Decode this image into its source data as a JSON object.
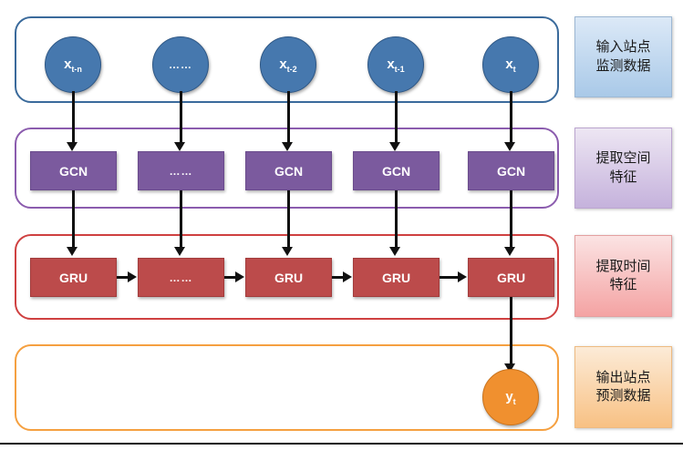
{
  "diagram": {
    "title": "GCN-GRU spatiotemporal prediction model architecture",
    "colors": {
      "input_border": "#3A6A9B",
      "gcn_border": "#8B5CAE",
      "gru_border": "#CF4040",
      "output_border": "#F5A040",
      "circle_blue": "#4678AE",
      "circle_orange": "#F0902F",
      "block_gcn": "#7B5A9E",
      "block_gru": "#BC4B4B",
      "arrow": "#111111",
      "background": "#FFFFFF"
    },
    "rows": {
      "input": {
        "nodes": [
          {
            "id": "x-t-n",
            "base": "x",
            "sub": "t-n",
            "is_ellipsis": false
          },
          {
            "id": "x-gap",
            "base": "……",
            "sub": "",
            "is_ellipsis": true
          },
          {
            "id": "x-t-2",
            "base": "x",
            "sub": "t-2",
            "is_ellipsis": false
          },
          {
            "id": "x-t-1",
            "base": "x",
            "sub": "t-1",
            "is_ellipsis": false
          },
          {
            "id": "x-t",
            "base": "x",
            "sub": "t",
            "is_ellipsis": false
          }
        ]
      },
      "gcn": {
        "blocks": [
          {
            "id": "gcn-1",
            "label": "GCN",
            "is_ellipsis": false
          },
          {
            "id": "gcn-2",
            "label": "……",
            "is_ellipsis": true
          },
          {
            "id": "gcn-3",
            "label": "GCN",
            "is_ellipsis": false
          },
          {
            "id": "gcn-4",
            "label": "GCN",
            "is_ellipsis": false
          },
          {
            "id": "gcn-5",
            "label": "GCN",
            "is_ellipsis": false
          }
        ]
      },
      "gru": {
        "blocks": [
          {
            "id": "gru-1",
            "label": "GRU",
            "is_ellipsis": false
          },
          {
            "id": "gru-2",
            "label": "……",
            "is_ellipsis": true
          },
          {
            "id": "gru-3",
            "label": "GRU",
            "is_ellipsis": false
          },
          {
            "id": "gru-4",
            "label": "GRU",
            "is_ellipsis": false
          },
          {
            "id": "gru-5",
            "label": "GRU",
            "is_ellipsis": false
          }
        ]
      },
      "output": {
        "nodes": [
          {
            "id": "y-t",
            "base": "y",
            "sub": "t",
            "is_ellipsis": false
          }
        ]
      }
    },
    "legend": [
      {
        "id": "legend-input",
        "line1": "输入站点",
        "line2": "监测数据"
      },
      {
        "id": "legend-gcn",
        "line1": "提取空间",
        "line2": "特征"
      },
      {
        "id": "legend-gru",
        "line1": "提取时间",
        "line2": "特征"
      },
      {
        "id": "legend-output",
        "line1": "输出站点",
        "line2": "预测数据"
      }
    ]
  }
}
